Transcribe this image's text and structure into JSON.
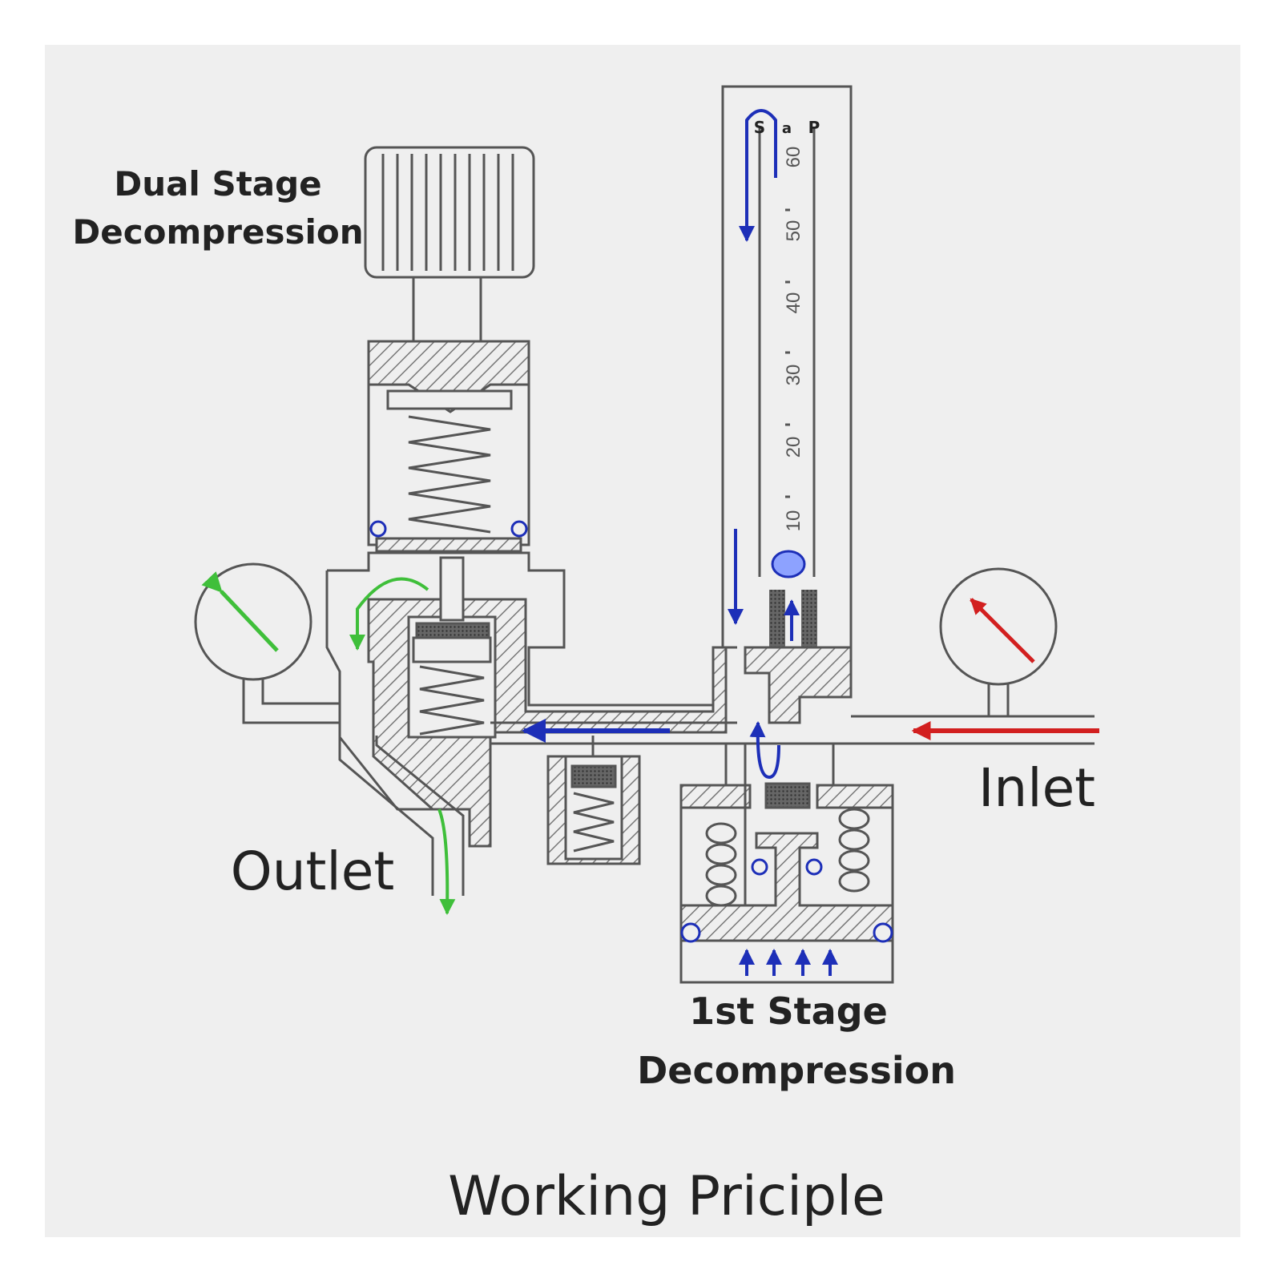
{
  "labels": {
    "dual_stage": [
      "Dual Stage",
      "Decompression"
    ],
    "first_stage": [
      "1st Stage",
      "Decompression"
    ],
    "inlet": "Inlet",
    "outlet": "Outlet",
    "caption": "Working Priciple"
  },
  "flowmeter": {
    "header": [
      "S",
      "a",
      "P"
    ],
    "scale": [
      "60",
      "50",
      "40",
      "30",
      "20",
      "10"
    ]
  },
  "colors": {
    "background": "#efefef",
    "line": "#555555",
    "hatch": "#777777",
    "inlet_flow": "#d21f1f",
    "outlet_flow": "#3fbf3a",
    "internal_flow": "#1d2fb8"
  }
}
